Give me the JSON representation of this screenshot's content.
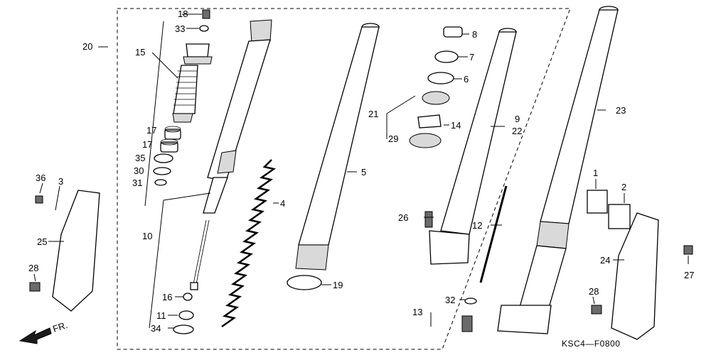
{
  "diagram_code": "KSC4—F0800",
  "direction_label": "FR.",
  "callouts": {
    "c1": "1",
    "c2": "2",
    "c3": "3",
    "c4": "4",
    "c5": "5",
    "c6": "6",
    "c7": "7",
    "c8": "8",
    "c9": "9",
    "c10": "10",
    "c11": "11",
    "c12": "12",
    "c13": "13",
    "c14": "14",
    "c15": "15",
    "c16": "16",
    "c17a": "17",
    "c17b": "17",
    "c18": "18",
    "c19": "19",
    "c20": "20",
    "c21": "21",
    "c22": "22",
    "c23": "23",
    "c24": "24",
    "c25": "25",
    "c26": "26",
    "c27": "27",
    "c28a": "28",
    "c28b": "28",
    "c29": "29",
    "c30": "30",
    "c31": "31",
    "c32": "32",
    "c33": "33",
    "c34": "34",
    "c35": "35",
    "c36": "36"
  }
}
